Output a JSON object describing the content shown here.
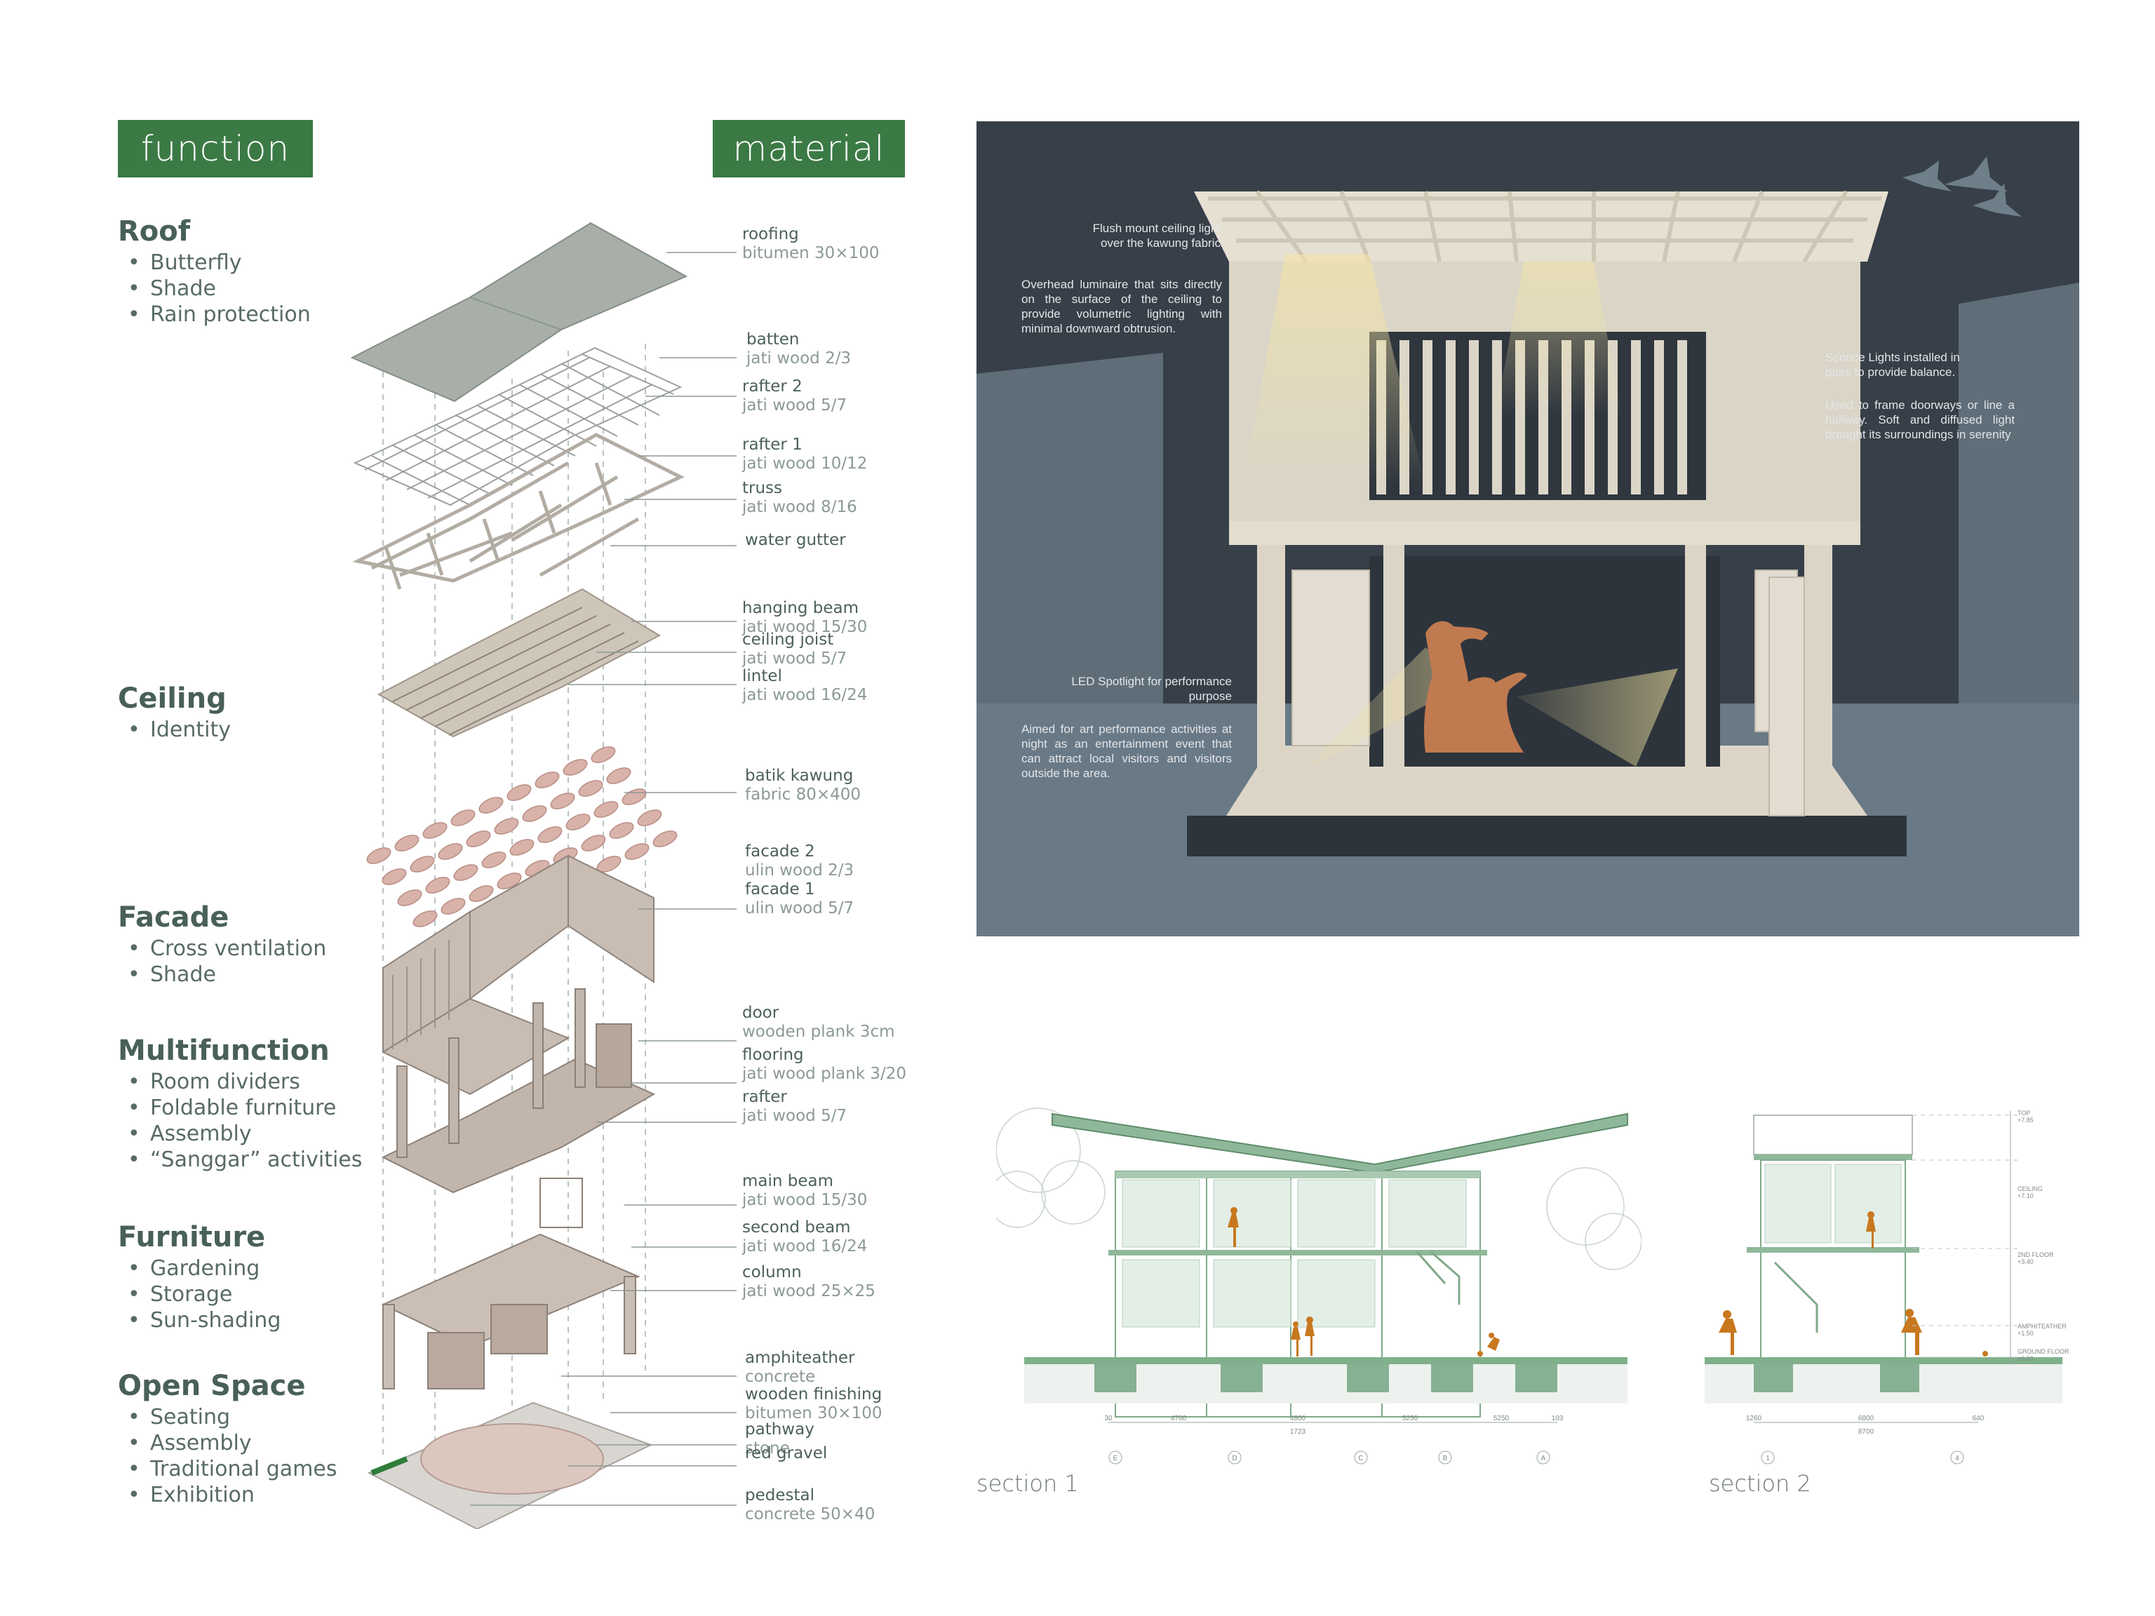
{
  "headers": {
    "function": "function",
    "material": "material"
  },
  "functions": [
    {
      "title": "Roof",
      "items": [
        "Butterfly",
        "Shade",
        "Rain protection"
      ]
    },
    {
      "title": "Ceiling",
      "items": [
        "Identity"
      ]
    },
    {
      "title": "Facade",
      "items": [
        "Cross ventilation",
        "Shade"
      ]
    },
    {
      "title": "Multifunction",
      "items": [
        "Room dividers",
        "Foldable furniture",
        "Assembly",
        "“Sanggar” activities"
      ]
    },
    {
      "title": "Furniture",
      "items": [
        "Gardening",
        "Storage",
        "Sun-shading"
      ]
    },
    {
      "title": "Open Space",
      "items": [
        "Seating",
        "Assembly",
        "Traditional games",
        "Exhibition"
      ]
    }
  ],
  "materials": [
    {
      "name": "roofing",
      "spec": "bitumen 30×100"
    },
    {
      "name": "batten",
      "spec": "jati wood 2/3"
    },
    {
      "name": "rafter 2",
      "spec": "jati wood 5/7"
    },
    {
      "name": "rafter 1",
      "spec": "jati wood 10/12"
    },
    {
      "name": "truss",
      "spec": "jati wood 8/16"
    },
    {
      "name": "water gutter",
      "spec": ""
    },
    {
      "name": "hanging beam",
      "spec": "jati wood 15/30"
    },
    {
      "name": "ceiling joist",
      "spec": "jati wood 5/7"
    },
    {
      "name": "lintel",
      "spec": "jati wood 16/24"
    },
    {
      "name": "batik kawung",
      "spec": "fabric 80×400"
    },
    {
      "name": "facade 2",
      "spec": "ulin wood 2/3"
    },
    {
      "name": "facade 1",
      "spec": "ulin wood 5/7"
    },
    {
      "name": "door",
      "spec": "wooden plank 3cm"
    },
    {
      "name": "flooring",
      "spec": "jati wood plank 3/20"
    },
    {
      "name": "rafter",
      "spec": "jati wood 5/7"
    },
    {
      "name": "main beam",
      "spec": "jati wood 15/30"
    },
    {
      "name": "second beam",
      "spec": "jati wood 16/24"
    },
    {
      "name": "column",
      "spec": "jati wood 25×25"
    },
    {
      "name": "amphiteather",
      "spec": "concrete"
    },
    {
      "name": "wooden finishing",
      "spec": "bitumen 30×100"
    },
    {
      "name": "pathway",
      "spec": "stone"
    },
    {
      "name": "red gravel",
      "spec": ""
    },
    {
      "name": "pedestal",
      "spec": "concrete 50×40"
    }
  ],
  "render_notes": {
    "flush_title": "Flush mount ceiling light over the kawung fabric",
    "flush_body": "Overhead luminaire that sits directly on the surface of the ceiling to provide volumetric lighting with minimal downward obtrusion.",
    "sconce_title": "Sconce Lights installed in pairs to provide balance.",
    "sconce_body": "Used to frame doorways or line a hallway. Soft and diffused light brought its surroundings in serenity",
    "led_title": "LED Spotlight for performance purpose",
    "led_body": "Aimed for art performance activities at night as an entertainment event that can attract local visitors and visitors outside the area."
  },
  "section1": {
    "label": "section 1",
    "dims": [
      "30",
      "4700",
      "4800",
      "5250",
      "5250",
      "103"
    ],
    "total": "1723",
    "grid": [
      "E",
      "D",
      "C",
      "B",
      "A"
    ]
  },
  "section2": {
    "label": "section 2",
    "dims": [
      "1260",
      "6800",
      "640"
    ],
    "total": "8700",
    "grid": [
      "1",
      "4"
    ],
    "levels": [
      {
        "name": "TOP",
        "value": "+7.85"
      },
      {
        "name": "CEILING",
        "value": "+7.10"
      },
      {
        "name": "2ND FLOOR",
        "value": "+3.40"
      },
      {
        "name": "AMPHITEATHER",
        "value": "+1.50"
      },
      {
        "name": "GROUND FLOOR",
        "value": "±0.00"
      }
    ]
  },
  "colors": {
    "accent_green": "#3b7a45",
    "render_bg": "#3a434c",
    "wood": "#d8d2c4",
    "silhouette": "#c07a4f",
    "section_green": "#8fb89a",
    "human_orange": "#c8781e"
  }
}
